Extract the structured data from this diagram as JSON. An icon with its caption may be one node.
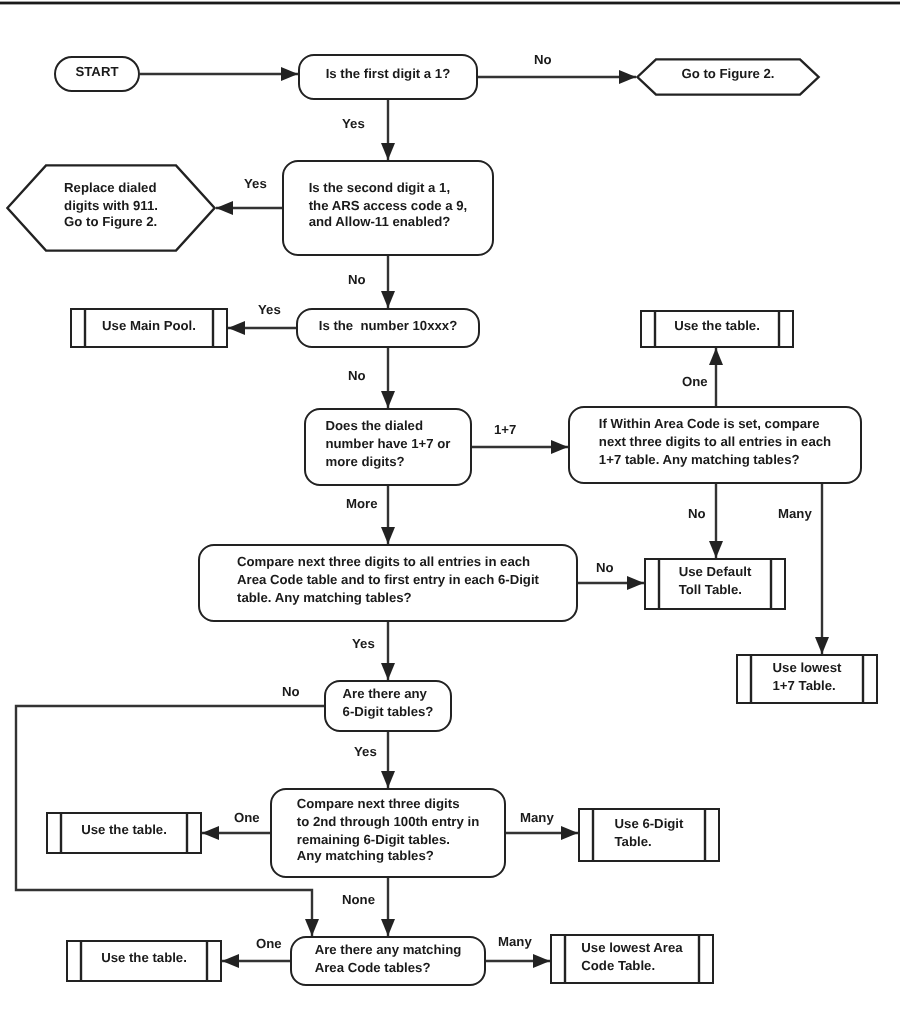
{
  "diagram": {
    "nodes": [
      {
        "text": [
          "START"
        ]
      },
      {
        "text": [
          "Is the first digit a 1?"
        ]
      },
      {
        "text": [
          "Go to Figure 2."
        ]
      },
      {
        "text": [
          "Is the second digit a 1, the ARS access code a 9, and Allow-11 enabled?"
        ]
      },
      {
        "text": [
          "Replace dialed digits with 911. Go to Figure 2."
        ]
      },
      {
        "text": [
          "Use Main Pool."
        ]
      },
      {
        "text": [
          "Is the  number 10xxx?"
        ]
      },
      {
        "text": [
          "Use the table."
        ]
      },
      {
        "text": [
          "Does the dialed number have 1+7 or more digits?"
        ]
      },
      {
        "text": [
          "If Within Area Code is set, compare next three digits to all entries in each 1+7 table. Any matching tables?"
        ]
      },
      {
        "text": [
          "Compare next three digits to all entries in each Area Code table and to first entry in each 6-Digit table. Any matching tables?"
        ]
      },
      {
        "text": [
          "Use Default Toll Table."
        ]
      },
      {
        "text": [
          "Use lowest 1+7 Table."
        ]
      },
      {
        "text": [
          "Are there any 6-Digit tables?"
        ]
      },
      {
        "text": [
          "Compare next three digits to 2nd through 100th entry in remaining 6-Digit tables. Any matching tables?"
        ]
      },
      {
        "text": [
          "Use the table."
        ]
      },
      {
        "text": [
          "Use 6-Digit Table."
        ]
      },
      {
        "text": [
          "Are there any matching Area Code tables?"
        ]
      },
      {
        "text": [
          "Use the table."
        ]
      },
      {
        "text": [
          "Use lowest Area Code Table."
        ]
      }
    ],
    "edges": [
      {
        "from": 0,
        "to": 1,
        "arrow": "to"
      },
      {
        "from": 1,
        "to": 2,
        "arrow": "to",
        "label": "No"
      },
      {
        "from": 1,
        "to": 3,
        "arrow": "to",
        "label": "Yes"
      },
      {
        "from": 3,
        "to": 4,
        "arrow": "to",
        "label": "Yes"
      },
      {
        "from": 3,
        "to": 6,
        "arrow": "to",
        "label": "No"
      },
      {
        "from": 6,
        "to": 5,
        "arrow": "to",
        "label": "Yes"
      },
      {
        "from": 6,
        "to": 8,
        "arrow": "to",
        "label": "No"
      },
      {
        "from": 8,
        "to": 9,
        "arrow": "to",
        "label": "1+7"
      },
      {
        "from": 8,
        "to": 10,
        "arrow": "to",
        "label": "More"
      },
      {
        "from": 9,
        "to": 7,
        "arrow": "to",
        "label": "One"
      },
      {
        "from": 9,
        "to": 11,
        "arrow": "to",
        "label": "No"
      },
      {
        "from": 9,
        "to": 12,
        "arrow": "to",
        "label": "Many"
      },
      {
        "from": 10,
        "to": 11,
        "arrow": "to",
        "label": "No"
      },
      {
        "from": 10,
        "to": 13,
        "arrow": "to",
        "label": "Yes"
      },
      {
        "from": 13,
        "to": 17,
        "arrow": "to",
        "label": "No"
      },
      {
        "from": 13,
        "to": 14,
        "arrow": "to",
        "label": "Yes"
      },
      {
        "from": 14,
        "to": 15,
        "arrow": "to",
        "label": "One"
      },
      {
        "from": 14,
        "to": 16,
        "arrow": "to",
        "label": "Many"
      },
      {
        "from": 14,
        "to": 17,
        "arrow": "to",
        "label": "None"
      },
      {
        "from": 17,
        "to": 18,
        "arrow": "to",
        "label": "One"
      },
      {
        "from": 17,
        "to": 19,
        "arrow": "to",
        "label": "Many"
      }
    ]
  }
}
